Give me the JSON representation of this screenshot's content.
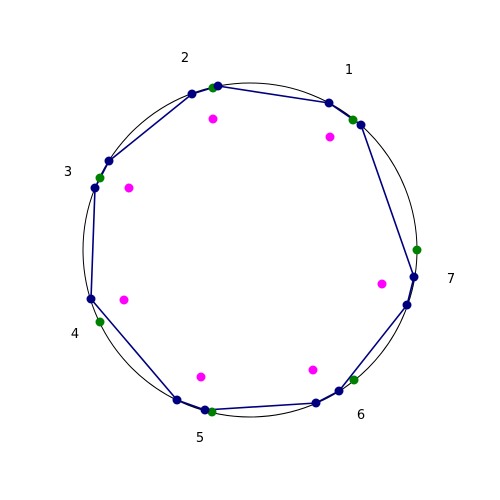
{
  "labels": [
    "1",
    "2",
    "3",
    "4",
    "5",
    "6",
    "7"
  ],
  "colors": {
    "circle": "#000000",
    "polygon": "#00007f",
    "navy_points": "#00007f",
    "green_points": "#008000",
    "magenta_points": "#ff00ff",
    "background": "#ffffff"
  }
}
